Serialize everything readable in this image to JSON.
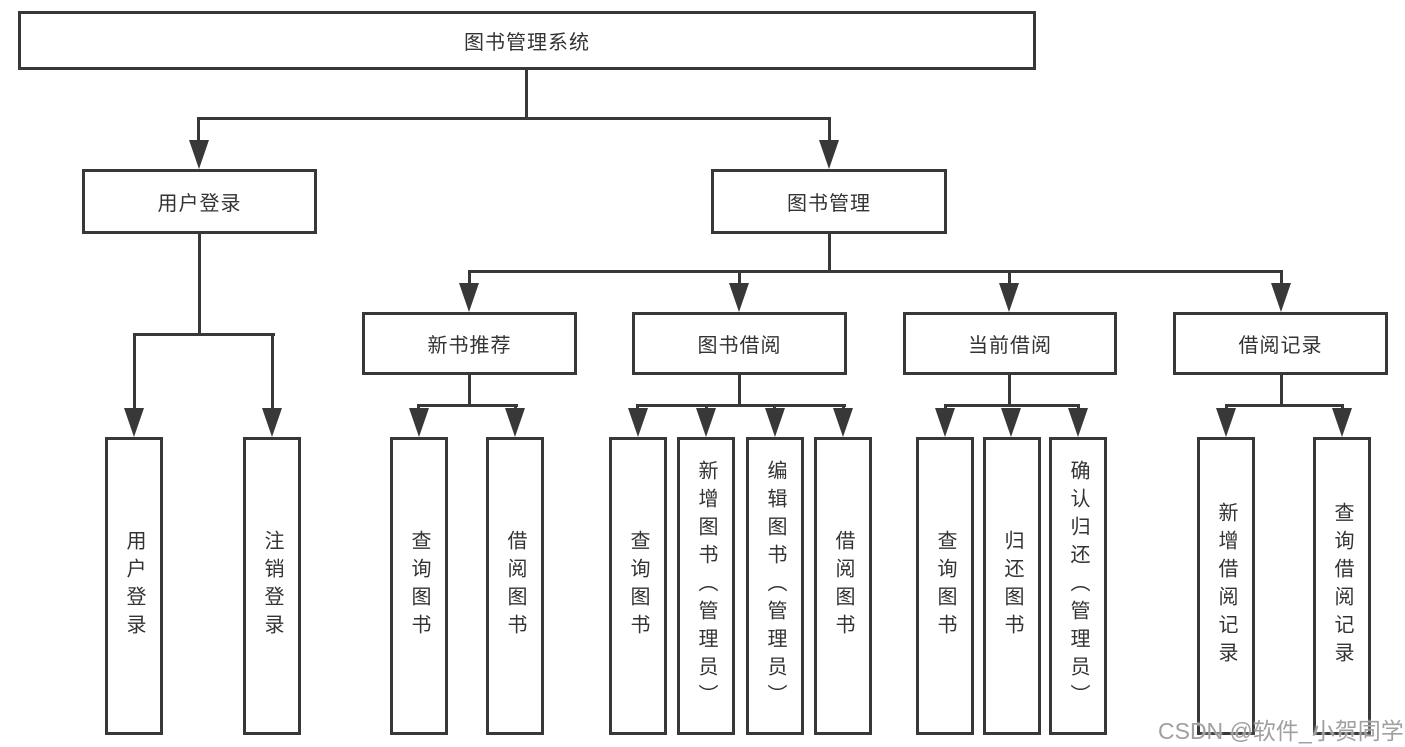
{
  "colors": {
    "line": "#383838",
    "text": "#333333",
    "watermark": "#a0a0a0",
    "background": "#ffffff"
  },
  "watermark": "CSDN @软件_小贺同学",
  "nodes": {
    "root": "图书管理系统",
    "user_login": "用户登录",
    "book_mgmt": "图书管理",
    "new_book_rec": "新书推荐",
    "book_borrow": "图书借阅",
    "current_borrow": "当前借阅",
    "borrow_record": "借阅记录",
    "leaves": {
      "user_login": [
        "用户登录",
        "注销登录"
      ],
      "new_book_rec": [
        "查询图书",
        "借阅图书"
      ],
      "book_borrow": [
        "查询图书",
        "新增图书（管理员）",
        "编辑图书（管理员）",
        "借阅图书"
      ],
      "current_borrow": [
        "查询图书",
        "归还图书",
        "确认归还（管理员）"
      ],
      "borrow_record": [
        "新增借阅记录",
        "查询借阅记录"
      ]
    }
  }
}
